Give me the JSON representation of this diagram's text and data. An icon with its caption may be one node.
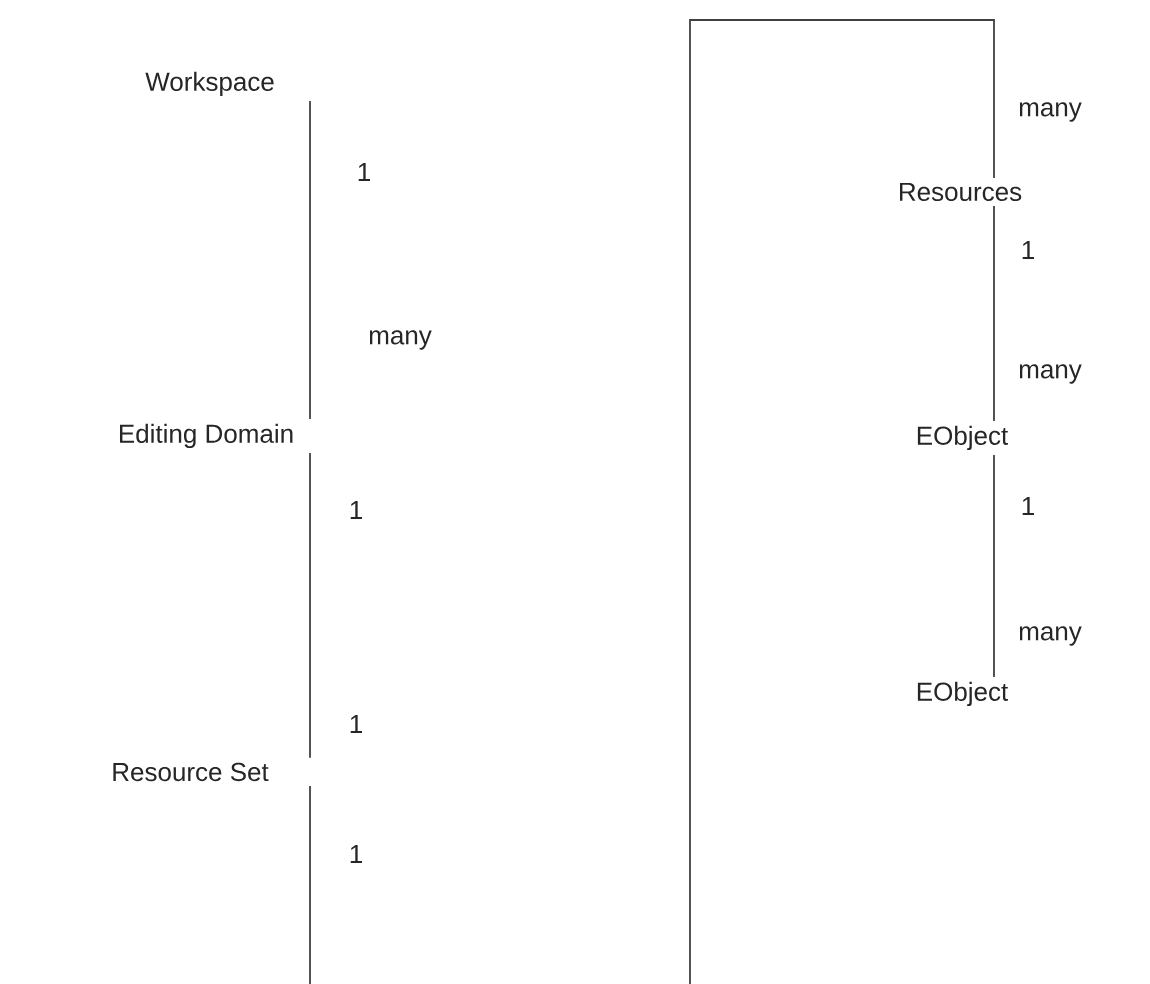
{
  "diagram": {
    "nodes": [
      {
        "text": [
          "Workspace"
        ]
      },
      {
        "text": [
          "Editing Domain"
        ]
      },
      {
        "text": [
          "Resource Set"
        ]
      },
      {
        "text": [
          "Resources"
        ]
      },
      {
        "text": [
          "EObject"
        ]
      },
      {
        "text": [
          "EObject"
        ]
      }
    ],
    "edges": [
      {
        "from": 0,
        "to": 1,
        "arrow": "none"
      },
      {
        "from": 1,
        "to": 2,
        "arrow": "none"
      },
      {
        "from": 2,
        "to": null,
        "arrow": "none"
      },
      {
        "from": null,
        "to": 3,
        "arrow": "none"
      },
      {
        "from": 3,
        "to": 4,
        "arrow": "none"
      },
      {
        "from": 4,
        "to": 5,
        "arrow": "none"
      }
    ],
    "labels": [
      "1",
      "many",
      "1",
      "1",
      "1",
      "many",
      "1",
      "many",
      "1",
      "many"
    ]
  }
}
